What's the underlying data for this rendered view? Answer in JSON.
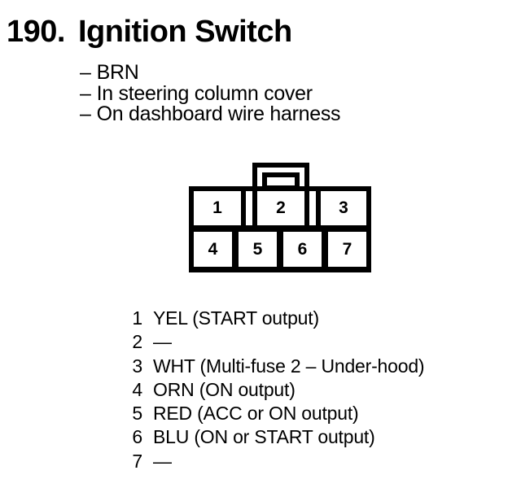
{
  "colors": {
    "ink": "#000000",
    "paper": "#ffffff"
  },
  "header": {
    "number": "190.",
    "title": "Ignition Switch"
  },
  "notes": {
    "dash": "–",
    "items": [
      "BRN",
      "In steering column cover",
      "On dashboard wire harness"
    ]
  },
  "connector": {
    "top_row": [
      "1",
      "2",
      "3"
    ],
    "bottom_row": [
      "4",
      "5",
      "6",
      "7"
    ]
  },
  "pins": [
    {
      "num": "1",
      "desc": "YEL (START output)"
    },
    {
      "num": "2",
      "desc": "—"
    },
    {
      "num": "3",
      "desc": "WHT (Multi-fuse 2 – Under-hood)"
    },
    {
      "num": "4",
      "desc": "ORN (ON output)"
    },
    {
      "num": "5",
      "desc": "RED (ACC or ON output)"
    },
    {
      "num": "6",
      "desc": "BLU (ON or START output)"
    },
    {
      "num": "7",
      "desc": "—"
    }
  ]
}
